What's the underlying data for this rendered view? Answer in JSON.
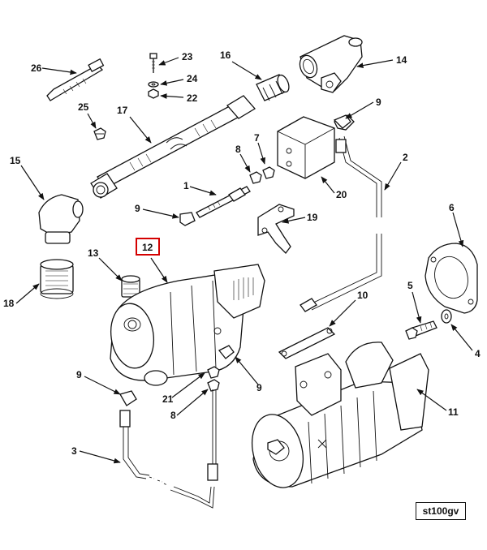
{
  "diagram": {
    "reference_code": "st100gv",
    "highlight_color": "#d40000",
    "callouts": [
      {
        "id": "c26",
        "label": "26"
      },
      {
        "id": "c23",
        "label": "23"
      },
      {
        "id": "c16",
        "label": "16"
      },
      {
        "id": "c14",
        "label": "14"
      },
      {
        "id": "c24",
        "label": "24"
      },
      {
        "id": "c22",
        "label": "22"
      },
      {
        "id": "c25",
        "label": "25"
      },
      {
        "id": "c17",
        "label": "17"
      },
      {
        "id": "c9a",
        "label": "9"
      },
      {
        "id": "c7",
        "label": "7"
      },
      {
        "id": "c8a",
        "label": "8"
      },
      {
        "id": "c15",
        "label": "15"
      },
      {
        "id": "c2",
        "label": "2"
      },
      {
        "id": "c20",
        "label": "20"
      },
      {
        "id": "c1",
        "label": "1"
      },
      {
        "id": "c9b",
        "label": "9"
      },
      {
        "id": "c19",
        "label": "19"
      },
      {
        "id": "c6",
        "label": "6"
      },
      {
        "id": "c12",
        "label": "12",
        "highlighted": true
      },
      {
        "id": "c13",
        "label": "13"
      },
      {
        "id": "c18",
        "label": "18"
      },
      {
        "id": "c5",
        "label": "5"
      },
      {
        "id": "c10",
        "label": "10"
      },
      {
        "id": "c4",
        "label": "4"
      },
      {
        "id": "c9c",
        "label": "9"
      },
      {
        "id": "c9d",
        "label": "9"
      },
      {
        "id": "c21",
        "label": "21"
      },
      {
        "id": "c8b",
        "label": "8"
      },
      {
        "id": "c11",
        "label": "11"
      },
      {
        "id": "c3",
        "label": "3"
      }
    ]
  }
}
